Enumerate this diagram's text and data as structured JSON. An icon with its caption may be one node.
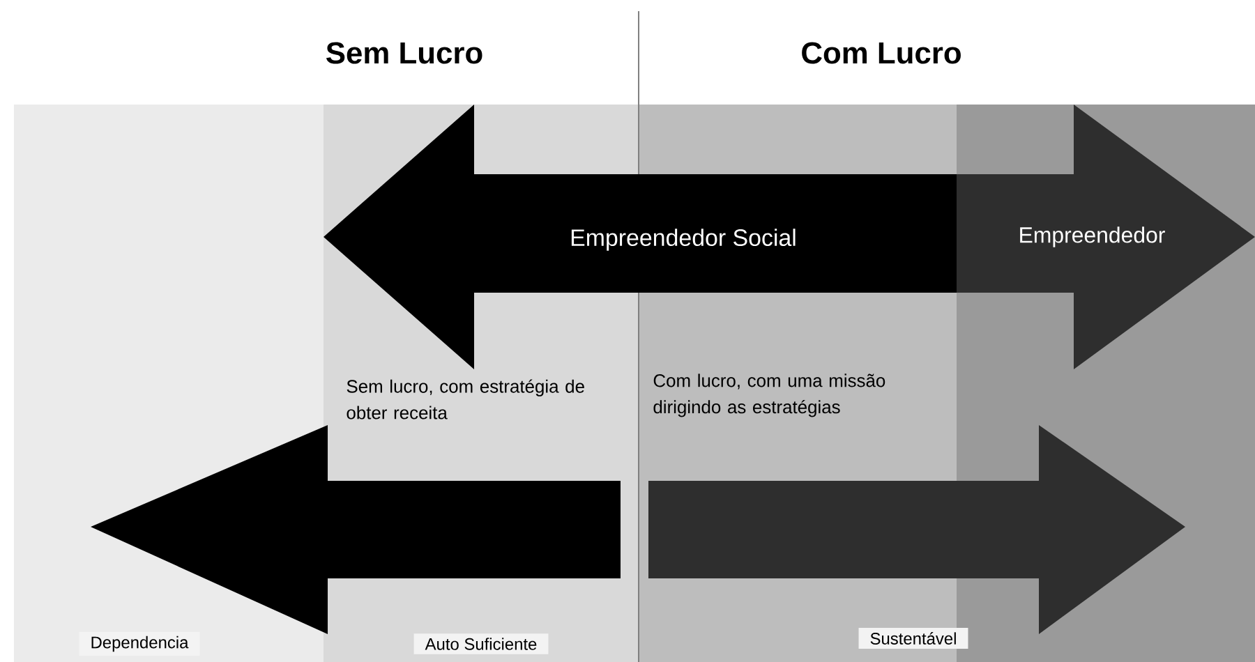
{
  "diagram": {
    "nodes": [
      {
        "text": [
          "Empreendedor Social"
        ]
      },
      {
        "text": [
          "Empreendedor"
        ]
      },
      {
        "text": [
          "Dependencia"
        ]
      },
      {
        "text": [
          "Auto Suficiente"
        ]
      },
      {
        "text": [
          "Sustentável"
        ]
      }
    ],
    "edges": [],
    "labels": [
      "Sem Lucro",
      "Com Lucro",
      "Sem lucro, com estratégia de obter receita",
      "Com lucro, com uma missão dirigindo as estratégias"
    ]
  }
}
